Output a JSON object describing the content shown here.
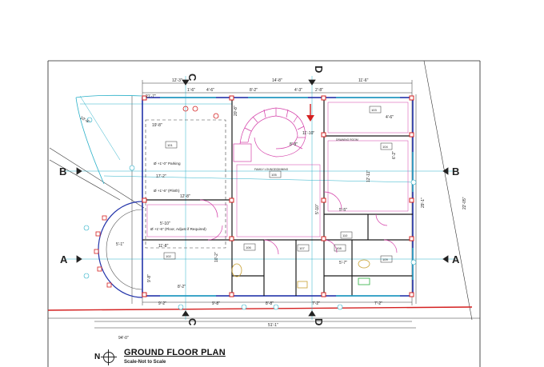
{
  "drawing": {
    "title": "GROUND FLOOR PLAN",
    "scale_note": "Scale-Not to Scale",
    "north_label": "N"
  },
  "sections": {
    "top_c": "C",
    "top_d": "D",
    "bottom_c": "C",
    "bottom_d": "D",
    "left_b": "B",
    "right_b": "B",
    "left_a": "A",
    "right_a": "A"
  },
  "dimensions": {
    "top_1": "12'-3\"",
    "top_2": "8'-2\"",
    "top_3": "14'-8\"",
    "top_4": "4'-3\"",
    "top_5": "2'-8\"",
    "top_6": "11'-6\"",
    "upper_1": "21'-7\"",
    "upper_2": "1'-6\"",
    "upper_3": "4'-6\"",
    "upper_4": "4'-6\"",
    "bottom_1": "9'-2\"",
    "bottom_2": "9'-8\"",
    "bottom_3": "8'-8\"",
    "bottom_4": "7'-2\"",
    "bottom_5": "7'-2\"",
    "overall_bottom_left": "94'-0\"",
    "overall_bottom_mid": "51'-1\"",
    "right_overall": "29'-1\"",
    "right_far": "22'-05\"",
    "left_1": "19'-8\"",
    "left_2": "17'-2\"",
    "left_3": "12'-8\"",
    "left_4": "5'-10\"",
    "left_5": "11'-8\"",
    "mid_1": "10'-2\"",
    "mid_2": "9'-8\"",
    "mid_3": "8'-2\"",
    "mid_4": "5'-7\"",
    "right_1": "12'-11\"",
    "right_2": "6'-2\"",
    "right_3": "5'-10\"",
    "right_4": "5'-5\"",
    "stair_1": "20'-8\"",
    "stair_2": "11'-10\"",
    "stair_3": "8'-8\"",
    "site_1": "10'-8\"",
    "site_2": "5'-1\""
  },
  "notes": {
    "parking_1": "Ø +1'-0\" Parking",
    "parking_2": "Ø +1'-6\" (Plinth)",
    "parking_3": "Ø +1'-6\" (Floor, Adjust if Required)",
    "lounge": "FAMILY LOUNGE/DINNING",
    "drawing_room": "DRAWING ROOM"
  },
  "room_tags": {
    "r101": "101",
    "r102": "102",
    "r103": "103",
    "r104": "104",
    "r105": "105",
    "r106": "106",
    "r107": "107",
    "r108": "108",
    "r109": "109",
    "r110": "110"
  }
}
